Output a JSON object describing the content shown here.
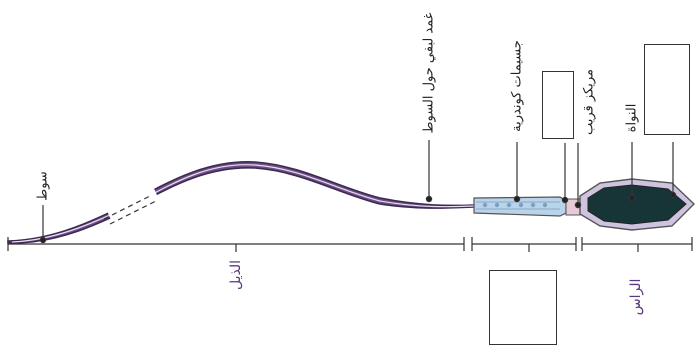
{
  "labels": {
    "flagellum": "سوط",
    "mitochondrial_sheath": "غمد لبفي حول السوط",
    "mitochondria": "جسيمات كوندرية",
    "centriole": "مريكز قريب",
    "nucleus": "النواة",
    "tail": "الذيل",
    "head": "الراس"
  },
  "colors": {
    "tail_fill": "#6d4f86",
    "tail_dark": "#3d2a52",
    "midpiece": "#b9d3ea",
    "head_outer": "#cfc4e0",
    "head_inner": "#173537",
    "accent_label": "#5b3a7a"
  }
}
